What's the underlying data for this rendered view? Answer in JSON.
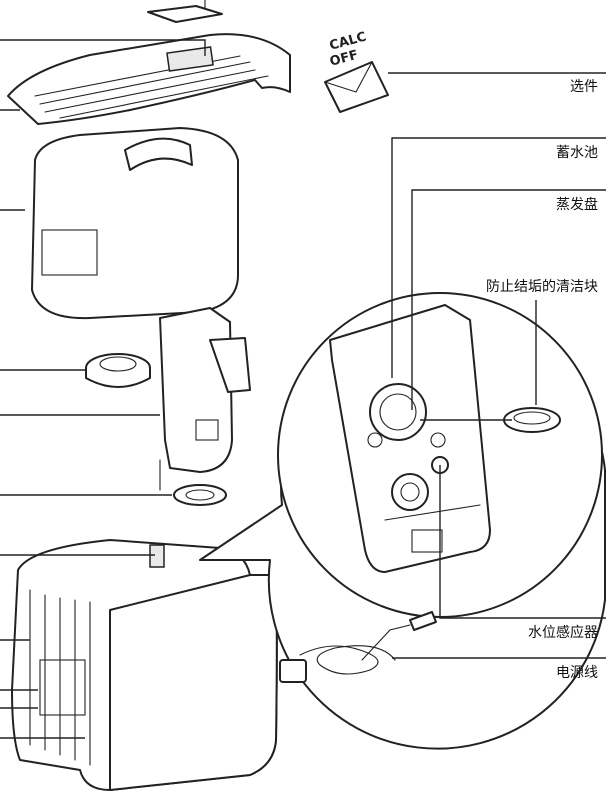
{
  "labels": {
    "optional": "选件",
    "reservoir": "蓄水池",
    "evaporation_tray": "蒸发盘",
    "anti_scale_block": "防止结垢的清洁块",
    "water_level_sensor": "水位感应器",
    "power_cord": "电源线"
  },
  "sachet_text": [
    "CALC",
    "OFF"
  ]
}
